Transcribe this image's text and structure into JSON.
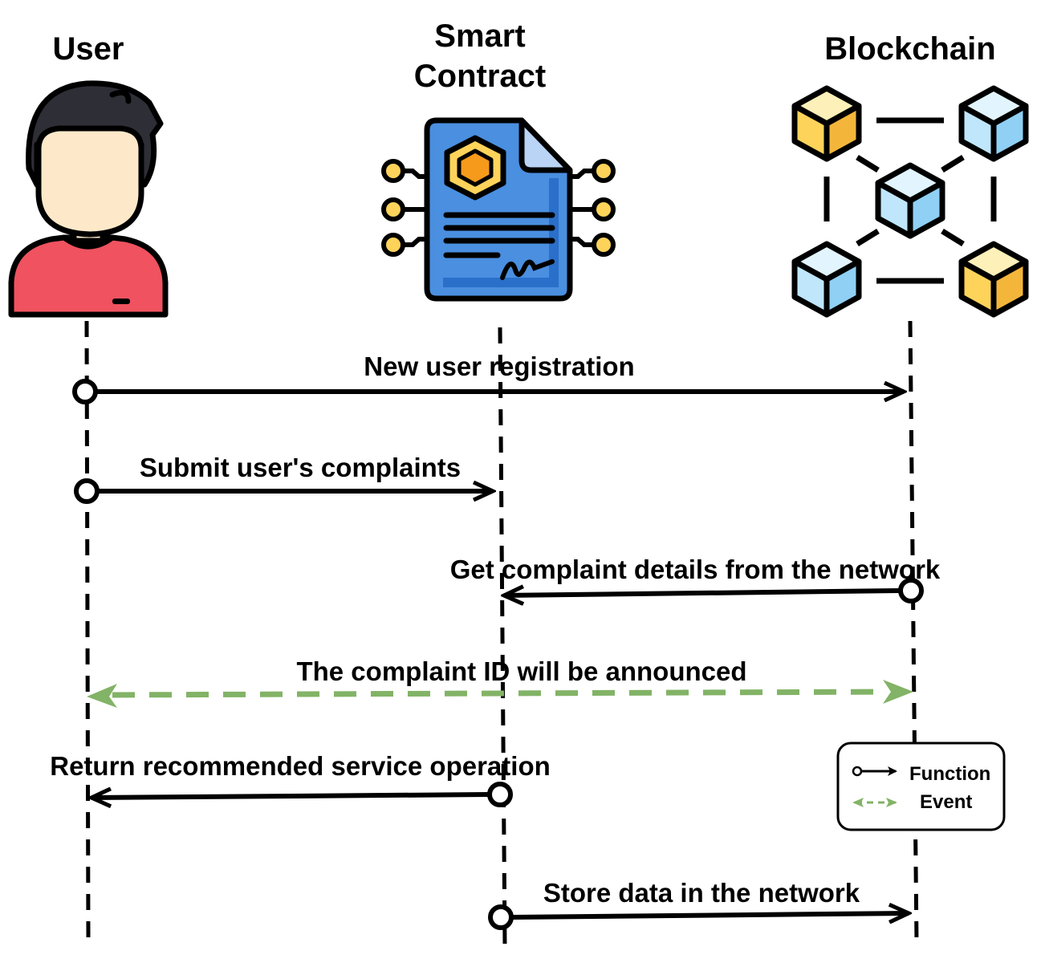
{
  "actors": {
    "user": {
      "title": "User",
      "icon": "user-avatar-icon"
    },
    "contract": {
      "title_line1": "Smart",
      "title_line2": "Contract",
      "icon": "smart-contract-document-icon"
    },
    "blockchain": {
      "title": "Blockchain",
      "icon": "blockchain-network-icon"
    }
  },
  "messages": [
    {
      "label": "New user registration",
      "from": "User",
      "to": "Blockchain",
      "kind": "function"
    },
    {
      "label": "Submit user's complaints",
      "from": "User",
      "to": "Smart Contract",
      "kind": "function"
    },
    {
      "label": "Get complaint details from the network",
      "from": "Blockchain",
      "to": "Smart Contract",
      "kind": "function"
    },
    {
      "label": "The complaint ID will be announced",
      "from": "User",
      "to": "Blockchain",
      "kind": "event"
    },
    {
      "label": "Return recommended service operation",
      "from": "Smart Contract",
      "to": "User",
      "kind": "function"
    },
    {
      "label": "Store data in the network",
      "from": "Smart Contract",
      "to": "Blockchain",
      "kind": "function"
    }
  ],
  "legend": {
    "function_label": "Function",
    "event_label": "Event"
  },
  "colors": {
    "line": "#000000",
    "event": "#82b366",
    "user_shirt": "#f0525f",
    "user_skin": "#fde9c9",
    "user_hair": "#2e2e36",
    "doc_blue": "#4a8fe0",
    "doc_blue_dark": "#2a6fc9",
    "doc_fold": "#b9d4f5",
    "hex_orange": "#f59a1b",
    "hex_yellow": "#fdd35a",
    "cube_yellow": "#fdd35a",
    "cube_blue": "#bfe6fb"
  }
}
